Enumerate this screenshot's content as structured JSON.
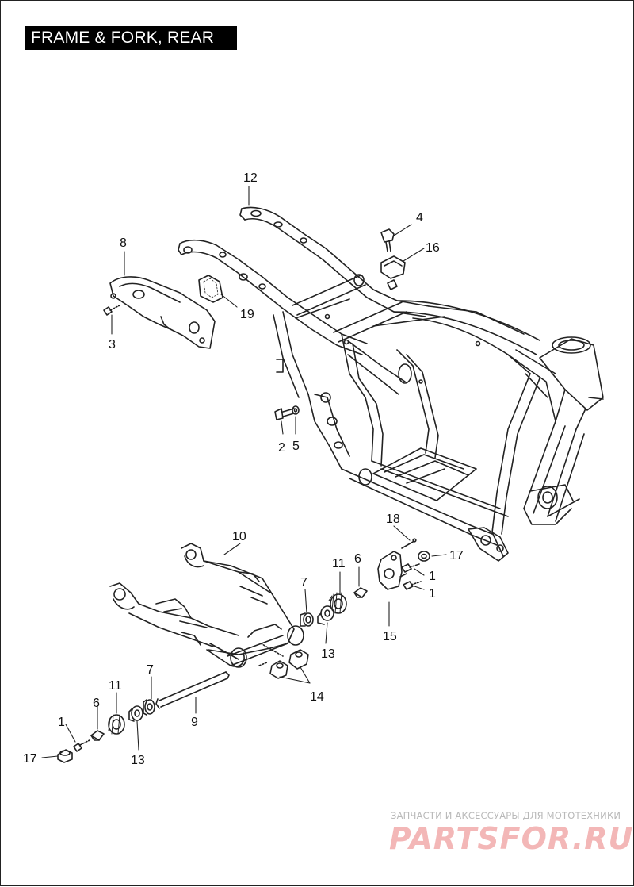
{
  "header": {
    "title": "FRAME & FORK, REAR"
  },
  "callouts": [
    {
      "id": "c12",
      "text": "12"
    },
    {
      "id": "c4",
      "text": "4"
    },
    {
      "id": "c16",
      "text": "16"
    },
    {
      "id": "c8",
      "text": "8"
    },
    {
      "id": "c19",
      "text": "19"
    },
    {
      "id": "c3",
      "text": "3"
    },
    {
      "id": "c2",
      "text": "2"
    },
    {
      "id": "c5",
      "text": "5"
    },
    {
      "id": "c10",
      "text": "10"
    },
    {
      "id": "c18",
      "text": "18"
    },
    {
      "id": "c17a",
      "text": "17"
    },
    {
      "id": "c1a",
      "text": "1"
    },
    {
      "id": "c1b",
      "text": "1"
    },
    {
      "id": "c6a",
      "text": "6"
    },
    {
      "id": "c11a",
      "text": "11"
    },
    {
      "id": "c7a",
      "text": "7"
    },
    {
      "id": "c15",
      "text": "15"
    },
    {
      "id": "c13a",
      "text": "13"
    },
    {
      "id": "c14",
      "text": "14"
    },
    {
      "id": "c7b",
      "text": "7"
    },
    {
      "id": "c11b",
      "text": "11"
    },
    {
      "id": "c6b",
      "text": "6"
    },
    {
      "id": "c9",
      "text": "9"
    },
    {
      "id": "c1c",
      "text": "1"
    },
    {
      "id": "c17b",
      "text": "17"
    },
    {
      "id": "c13b",
      "text": "13"
    }
  ],
  "watermark": {
    "subtitle": "ЗАПЧАСТИ И АКСЕССУАРЫ ДЛЯ МОТОТЕХНИКИ",
    "logo": "PARTSFOR.RU"
  },
  "colors": {
    "line": "#222222",
    "title_bg": "#000000",
    "title_fg": "#ffffff",
    "watermark_logo": "#f3b7b7",
    "watermark_text": "#b9b9b9"
  }
}
